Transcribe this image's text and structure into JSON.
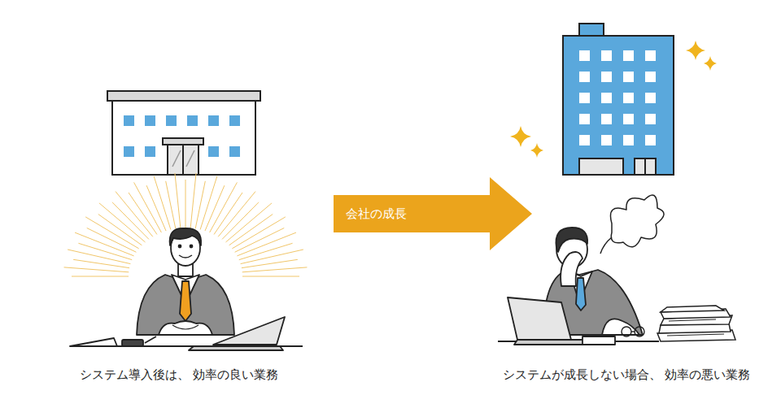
{
  "diagram": {
    "nodes": [
      {
        "text": [
          "会社の成長"
        ]
      }
    ],
    "labels": [
      "システム導入後は、 効率の良い業務",
      "システムが成長しない場合、 効率の悪い業務"
    ]
  }
}
